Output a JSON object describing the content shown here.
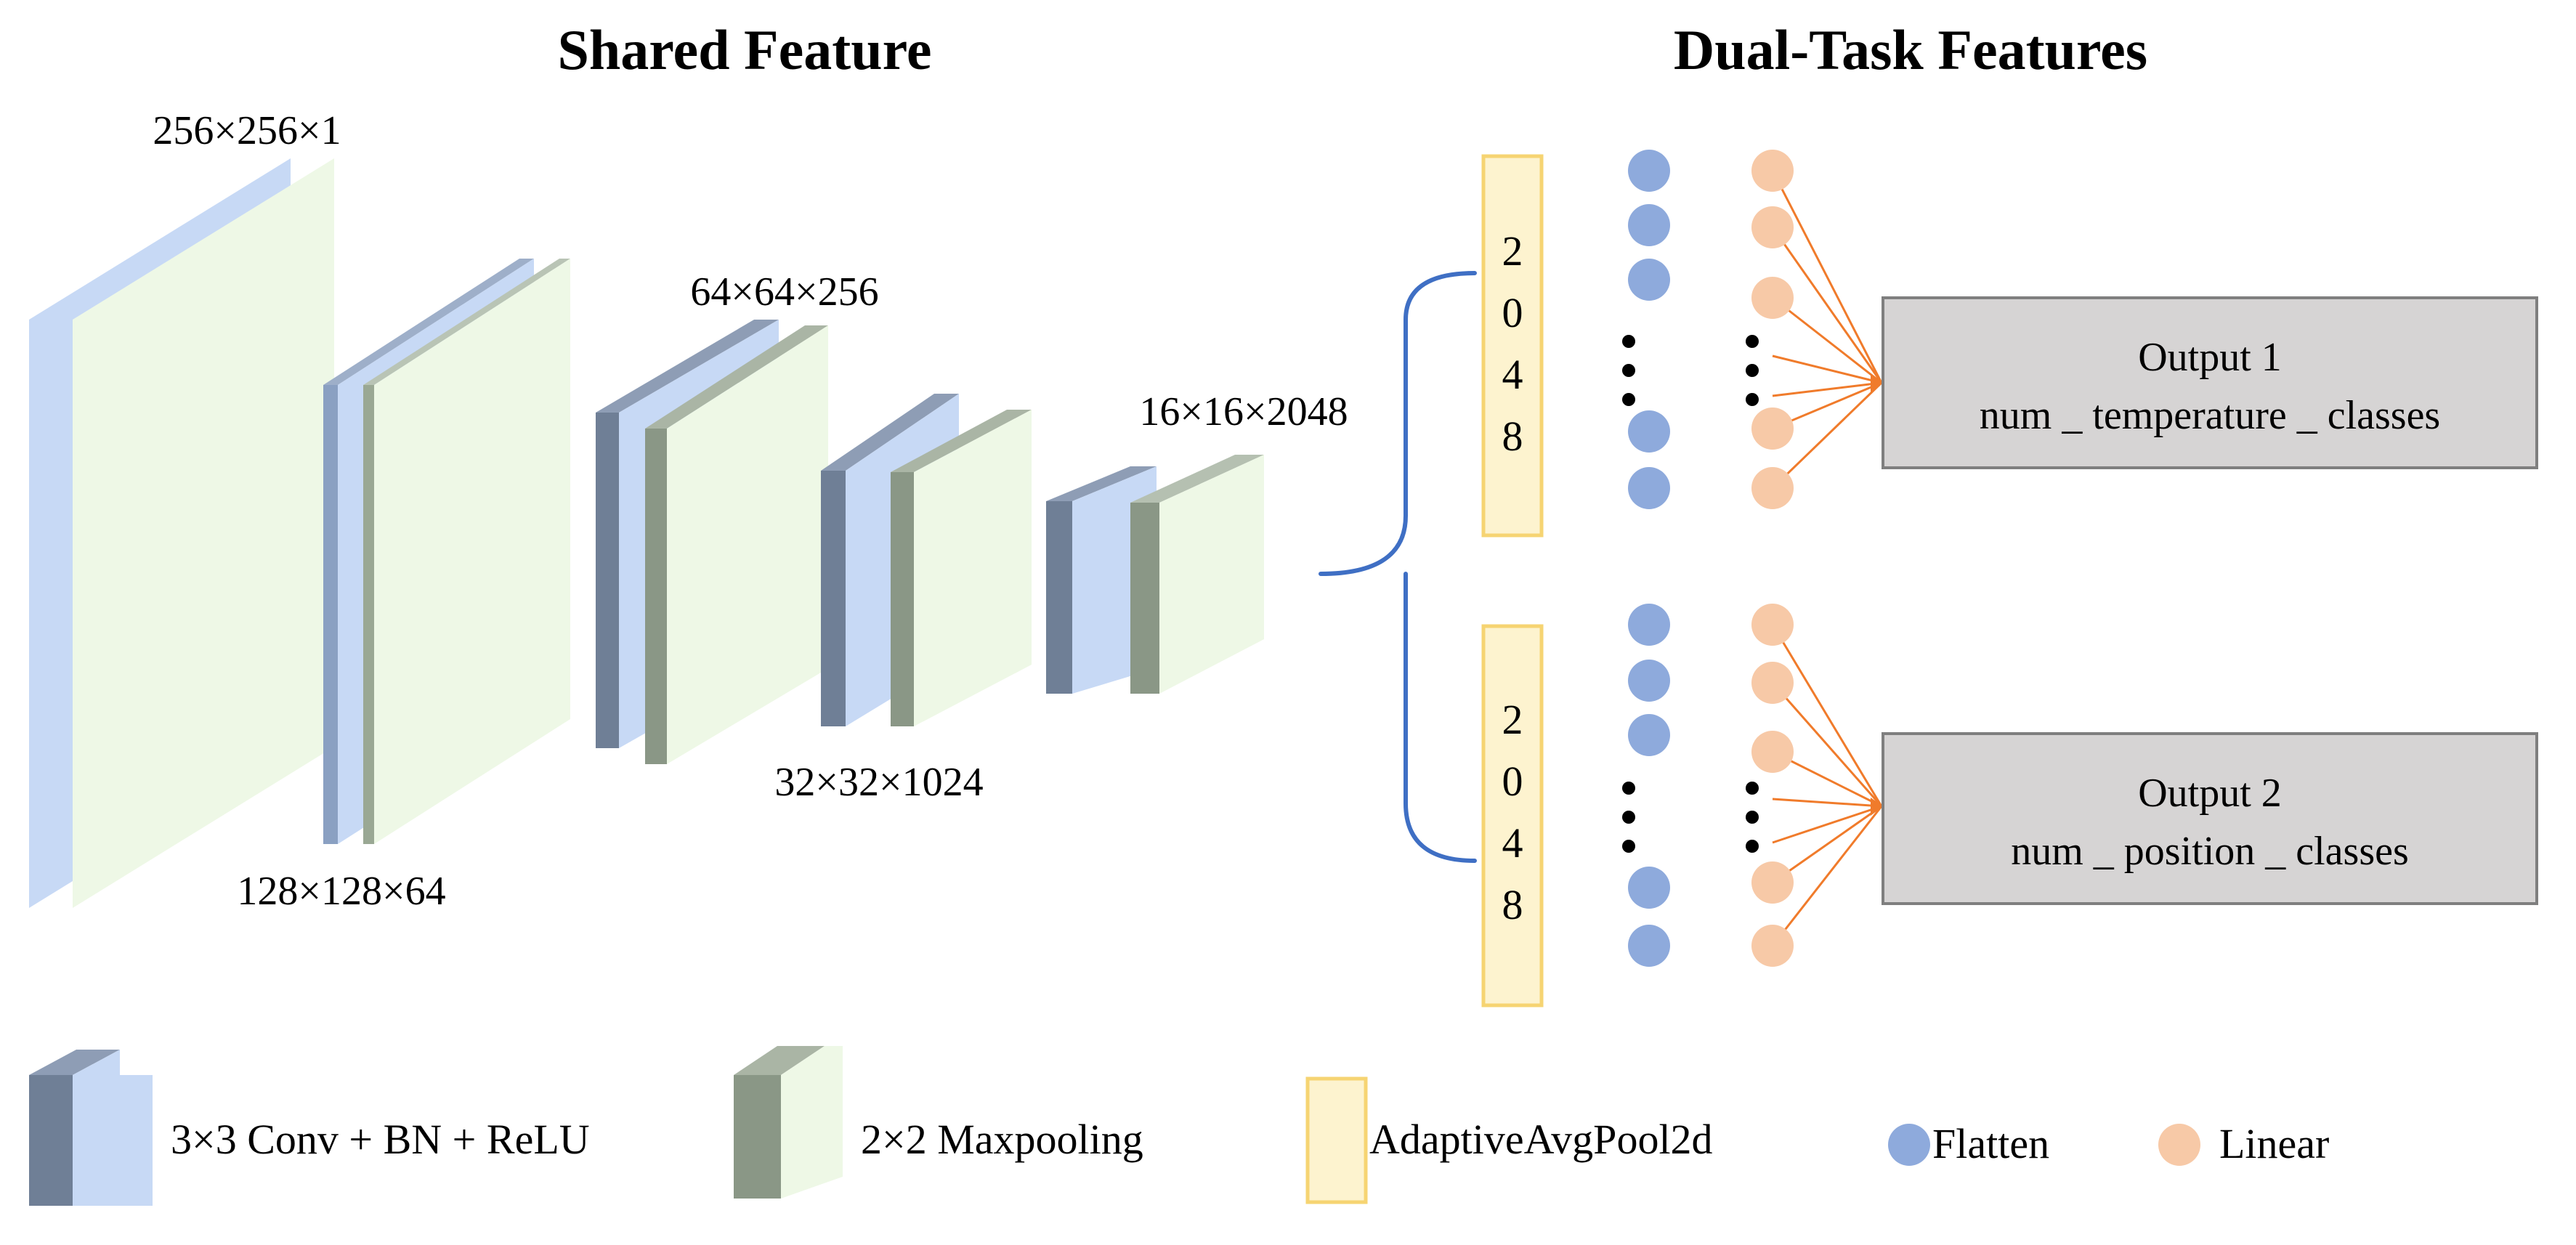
{
  "titles": {
    "shared": "Shared Feature",
    "dual": "Dual-Task Features"
  },
  "dims": {
    "d1": "256×256×1",
    "d2": "128×128×64",
    "d3": "64×64×256",
    "d4": "32×32×1024",
    "d5": "16×16×2048"
  },
  "pool_vectors": {
    "top": [
      "2",
      "0",
      "4",
      "8"
    ],
    "bottom": [
      "2",
      "0",
      "4",
      "8"
    ]
  },
  "outputs": [
    {
      "title": "Output 1",
      "subtitle": "num _ temperature _ classes"
    },
    {
      "title": "Output 2",
      "subtitle": "num _ position _ classes"
    }
  ],
  "legend": {
    "conv": "3×3 Conv + BN + ReLU",
    "maxpool": "2×2 Maxpooling",
    "adaptive": "AdaptiveAvgPool2d",
    "flatten": "Flatten",
    "linear": "Linear"
  },
  "colors": {
    "conv_front": "#c7d9f5",
    "conv_side": "#6f7f96",
    "pool_front": "#eef8e6",
    "pool_side": "#8a9786",
    "adaptive_fill": "#fdf3cf",
    "adaptive_stroke": "#f6d472",
    "flatten": "#8eaadc",
    "linear": "#f7c9a7",
    "connector": "#f07b2b",
    "brace": "#3f6fc4",
    "output_fill": "#d6d4d4",
    "output_stroke": "#7f7f7f"
  }
}
